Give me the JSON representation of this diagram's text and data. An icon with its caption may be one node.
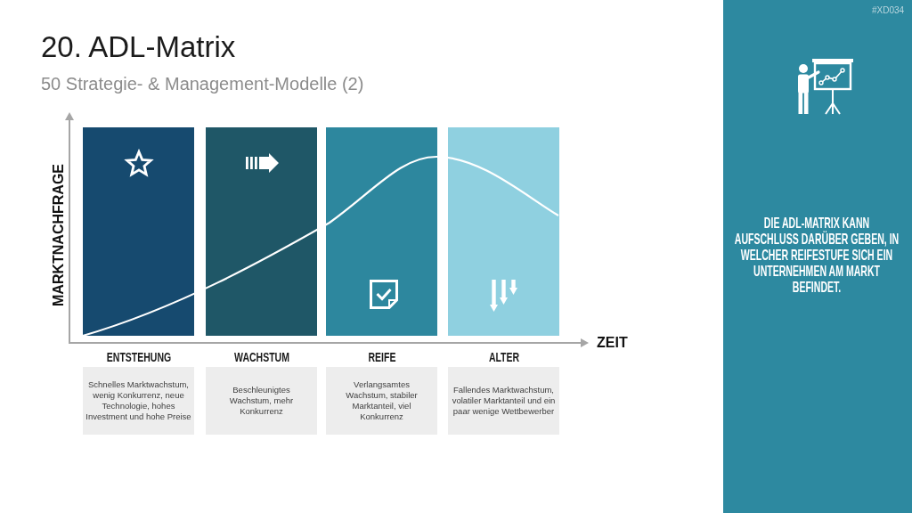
{
  "diagram": {
    "title": "20. ADL-Matrix",
    "nodes": [
      {
        "text": [
          "ENTSTEHUNG",
          "Schnelles Marktwachstum, wenig Konkurrenz, neue Technologie, hohes Investment und hohe Preise"
        ]
      },
      {
        "text": [
          "WACHSTUM",
          "Beschleunigtes Wachstum, mehr Konkurrenz"
        ]
      },
      {
        "text": [
          "REIFE",
          "Verlangsamtes Wachstum, stabiler Marktanteil, viel Konkurrenz"
        ]
      },
      {
        "text": [
          "ALTER",
          "Fallendes Marktwachstum, volatiler Marktanteil und ein paar wenige Wettbewerber"
        ]
      }
    ],
    "labels": [
      "#XD034",
      "50 Strategie- & Management-Modelle (2)",
      "MARKTNACHFRAGE",
      "ZEIT",
      "DIE ADL-MATRIX KANN AUFSCHLUSS DARÜBER GEBEN, IN WELCHER REIFESTUFE SICH EIN UNTERNEHMEN AM MARKT BEFINDET."
    ]
  }
}
